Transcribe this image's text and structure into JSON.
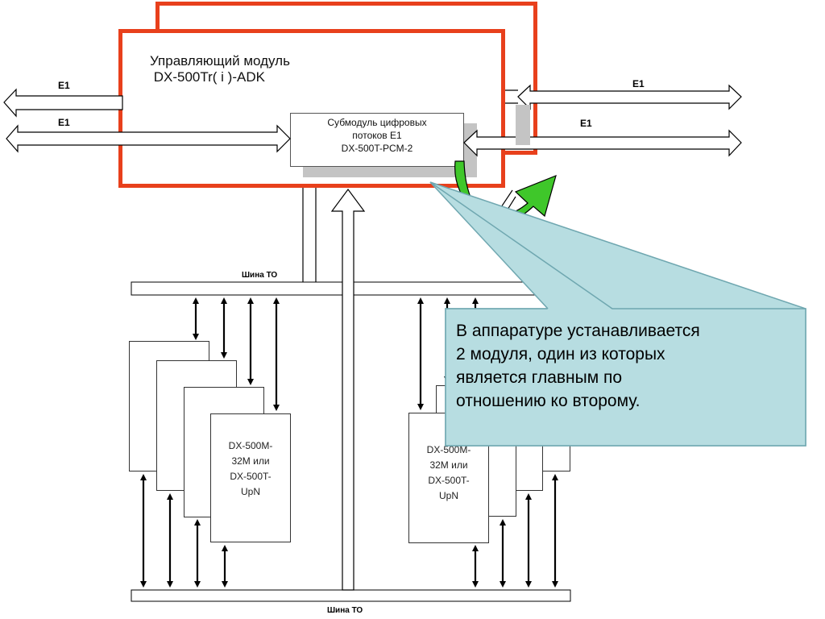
{
  "control_module": {
    "title": "Управляющий модуль\n DX-500Tr( i )-ADK"
  },
  "submodule": {
    "lines": [
      "Субмодуль цифровых",
      "потоков E1",
      "DX-500T-PCM-2"
    ]
  },
  "links": {
    "e1_label": "E1"
  },
  "bus": {
    "label": "Шина ТО"
  },
  "cards": {
    "front_lines": [
      "DX-500M-",
      "32M или",
      "DX-500T-",
      "UpN"
    ]
  },
  "callout": {
    "text": "В аппаратуре устанавливается\n2 модуля, один из которых\nявляется главным по\nотношению ко второму."
  },
  "colors": {
    "frame": "#e8401c",
    "callout_fill": "#b7dde1",
    "callout_border": "#6fa7b0",
    "green_arrow": "#3fc72a"
  }
}
